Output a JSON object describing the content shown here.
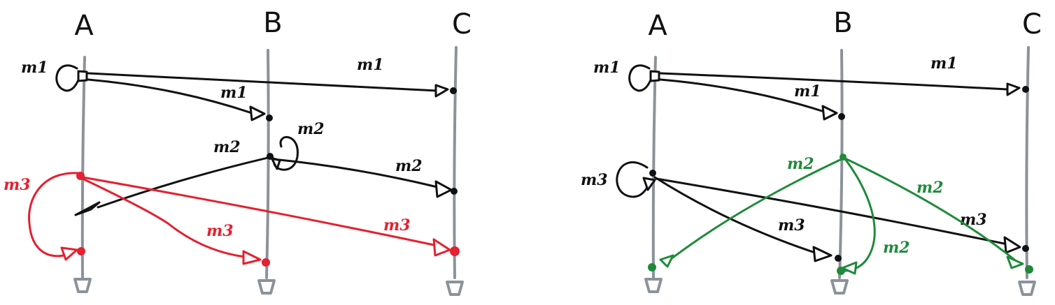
{
  "colors": {
    "ink": "#111111",
    "red": "#e32130",
    "green": "#1f8a3a",
    "lifeline": "#8a9399"
  },
  "left": {
    "processes": [
      "A",
      "B",
      "C"
    ],
    "messages": {
      "m1_self": "m1",
      "m1_to_b": "m1",
      "m1_to_c": "m1",
      "m2_self": "m2",
      "m2_to_a": "m2",
      "m2_to_c": "m2",
      "m3_self": "m3",
      "m3_to_b": "m3",
      "m3_to_c": "m3"
    }
  },
  "right": {
    "processes": [
      "A",
      "B",
      "C"
    ],
    "messages": {
      "m1_self": "m1",
      "m1_to_b": "m1",
      "m1_to_c": "m1",
      "m2_to_a": "m2",
      "m2_self": "m2",
      "m2_to_c": "m2",
      "m3_self": "m3",
      "m3_to_b": "m3",
      "m3_to_c": "m3"
    }
  }
}
